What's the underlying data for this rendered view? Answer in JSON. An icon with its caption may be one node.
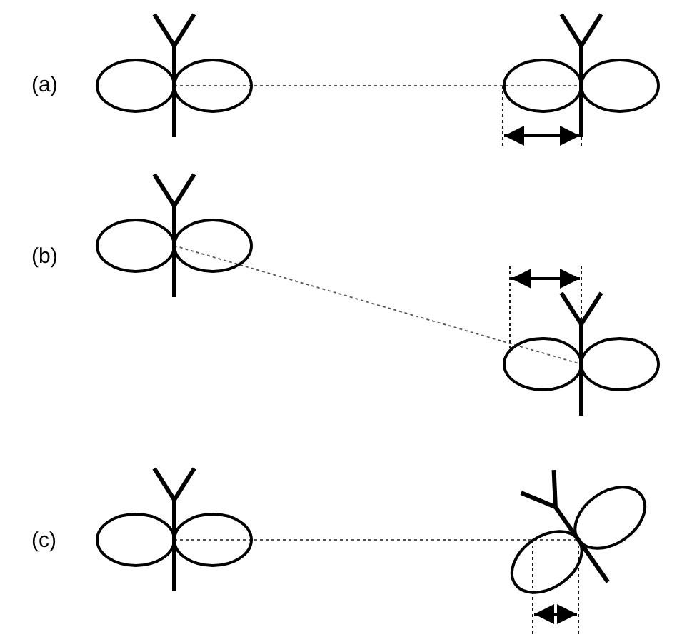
{
  "diagram": {
    "nodes": [
      {
        "text": [],
        "shape": "picture"
      },
      {
        "text": [],
        "shape": "picture"
      },
      {
        "text": [],
        "shape": "picture"
      },
      {
        "text": [],
        "shape": "picture"
      },
      {
        "text": [],
        "shape": "picture"
      },
      {
        "text": [],
        "shape": "picture"
      }
    ],
    "edges": [
      {
        "from": 0,
        "to": 1,
        "arrow": "none",
        "style": "dashed"
      },
      {
        "from": 2,
        "to": 3,
        "arrow": "none",
        "style": "dashed"
      },
      {
        "from": 4,
        "to": 5,
        "arrow": "none",
        "style": "dashed"
      }
    ],
    "labels": [
      "(a)",
      "(b)",
      "(c)"
    ]
  }
}
